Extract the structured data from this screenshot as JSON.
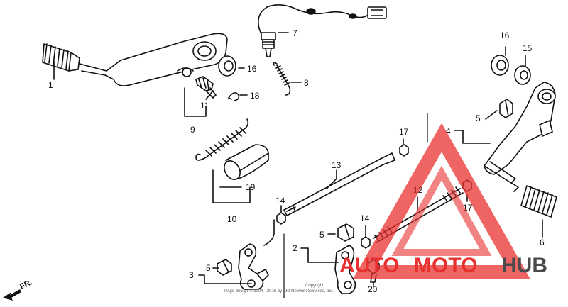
{
  "callouts": [
    {
      "id": "c1",
      "text": "1"
    },
    {
      "id": "c16a",
      "text": "16"
    },
    {
      "id": "c7",
      "text": "7"
    },
    {
      "id": "c8",
      "text": "8"
    },
    {
      "id": "c11",
      "text": "11"
    },
    {
      "id": "c18",
      "text": "18"
    },
    {
      "id": "c9",
      "text": "9"
    },
    {
      "id": "c19",
      "text": "19"
    },
    {
      "id": "c10",
      "text": "10"
    },
    {
      "id": "c13",
      "text": "13"
    },
    {
      "id": "c17a",
      "text": "17"
    },
    {
      "id": "c14a",
      "text": "14"
    },
    {
      "id": "c14b",
      "text": "14"
    },
    {
      "id": "c12",
      "text": "12"
    },
    {
      "id": "c17b",
      "text": "17"
    },
    {
      "id": "c16b",
      "text": "16"
    },
    {
      "id": "c15",
      "text": "15"
    },
    {
      "id": "c4",
      "text": "4"
    },
    {
      "id": "c5a",
      "text": "5"
    },
    {
      "id": "c5b",
      "text": "5"
    },
    {
      "id": "c5c",
      "text": "5"
    },
    {
      "id": "c2",
      "text": "2"
    },
    {
      "id": "c3",
      "text": "3"
    },
    {
      "id": "c20",
      "text": "20"
    },
    {
      "id": "c6",
      "text": "6"
    }
  ],
  "direction_label": "FR.",
  "watermark": {
    "part1": "AUTO",
    "part2": "MOTO",
    "part3": "HUB",
    "color_primary": "#e8312f",
    "color_secondary": "#4a4a4a"
  },
  "copyright_line1": "Copyright",
  "copyright_line2": "Page design © 2004 - 2016 by ARI Network Services, Inc."
}
